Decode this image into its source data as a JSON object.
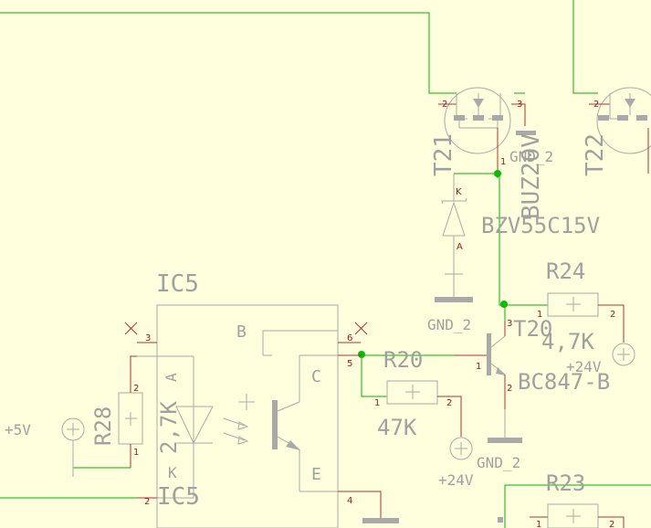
{
  "colors": {
    "background": "#ffffdd",
    "wire": "#00b300",
    "symbol": "#a9a9a9",
    "pin": "#b03030",
    "junction": "#00c000"
  },
  "components": {
    "T21": {
      "ref": "T21",
      "value": "BUZ20V",
      "pins": [
        "2",
        "3",
        "1"
      ]
    },
    "T22": {
      "ref": "T22",
      "pins": [
        "2"
      ]
    },
    "D_BZV": {
      "value": "BZV55C15V",
      "pins": [
        "K",
        "A"
      ]
    },
    "R24": {
      "ref": "R24",
      "value": "4,7K",
      "pins": [
        "1",
        "2"
      ]
    },
    "T20": {
      "ref": "T20",
      "value": "BC847-B",
      "pins": [
        "3",
        "1",
        "2"
      ]
    },
    "R20": {
      "ref": "R20",
      "value": "47K",
      "pins": [
        "1",
        "2"
      ]
    },
    "IC5": {
      "ref": "IC5",
      "footer": "IC5",
      "pins": [
        "3",
        "2",
        "6",
        "5",
        "4"
      ],
      "labels": {
        "b": "B",
        "c": "C",
        "e": "E",
        "k": "K",
        "a": "A"
      }
    },
    "R28": {
      "ref": "R28",
      "value": "2,7K",
      "pins": [
        "2",
        "1"
      ]
    },
    "R23": {
      "ref": "R23",
      "pins": [
        "1",
        "2"
      ]
    }
  },
  "nets": {
    "gnd_t21": "GND_2",
    "gnd_zener": "GND_2",
    "gnd_t20": "GND_2",
    "v24_left": "+24V",
    "v24_right": "+24V",
    "v5": "+5V"
  }
}
